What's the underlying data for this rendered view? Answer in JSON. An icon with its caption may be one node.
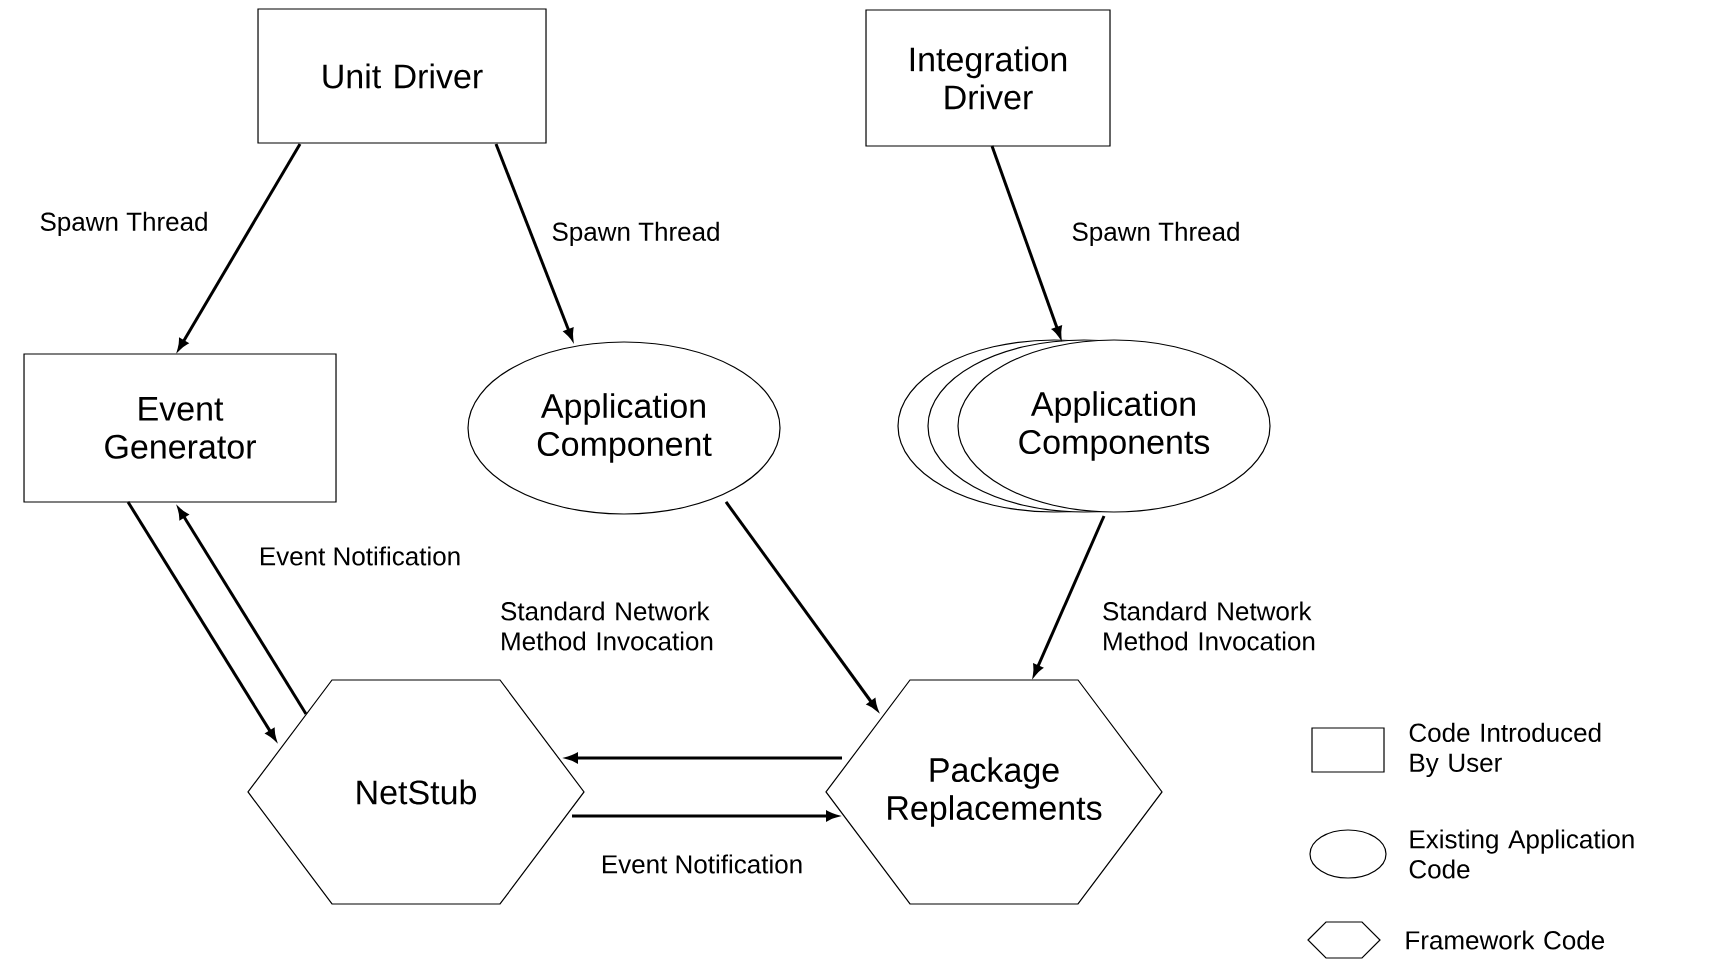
{
  "diagram": {
    "nodes": [
      {
        "text": [
          "Unit Driver"
        ]
      },
      {
        "text": [
          "Integration Driver"
        ]
      },
      {
        "text": [
          "Event Generator"
        ]
      },
      {
        "text": [
          "Application Component"
        ]
      },
      {
        "text": [
          "Application Components"
        ]
      },
      {
        "text": [
          "NetStub"
        ]
      },
      {
        "text": [
          "Package Replacements"
        ]
      }
    ],
    "edges": [
      {
        "from": 0,
        "to": 2,
        "arrow": "to",
        "label": "Spawn Thread"
      },
      {
        "from": 0,
        "to": 3,
        "arrow": "to",
        "label": "Spawn Thread"
      },
      {
        "from": 1,
        "to": 4,
        "arrow": "to",
        "label": "Spawn Thread"
      },
      {
        "from": 2,
        "to": 5,
        "arrow": "to"
      },
      {
        "from": 5,
        "to": 2,
        "arrow": "to",
        "label": "Event Notification"
      },
      {
        "from": 3,
        "to": 6,
        "arrow": "to",
        "label": "Standard Network Method Invocation"
      },
      {
        "from": 4,
        "to": 6,
        "arrow": "to",
        "label": "Standard Network Method Invocation"
      },
      {
        "from": 6,
        "to": 5,
        "arrow": "to"
      },
      {
        "from": 5,
        "to": 6,
        "arrow": "to",
        "label": "Event Notification"
      }
    ],
    "legend": [
      {
        "text": "Code Introduced By User"
      },
      {
        "text": "Existing Application Code"
      },
      {
        "text": "Framework Code"
      }
    ]
  }
}
